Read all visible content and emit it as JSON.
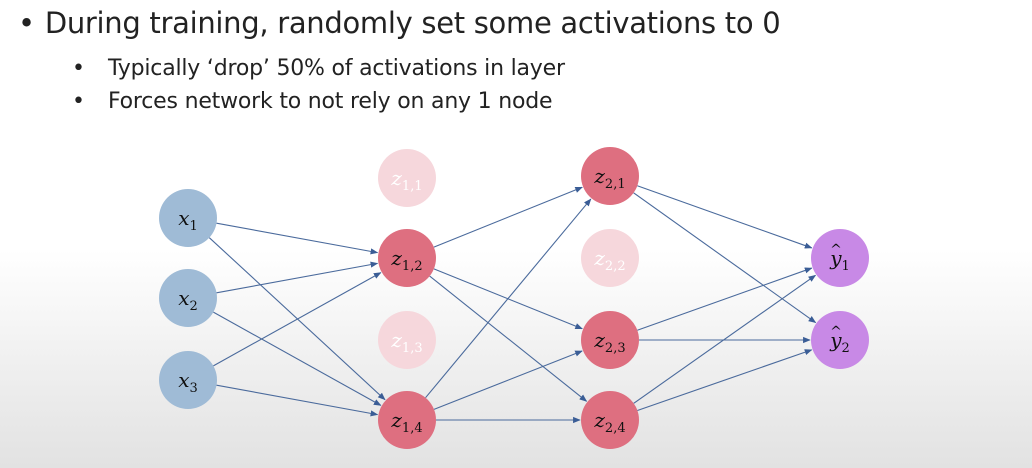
{
  "bullets": {
    "main": "During training, randomly set some activations to 0",
    "subs": [
      "Typically ‘drop’ 50% of activations in layer",
      "Forces network to not rely on any 1 node"
    ]
  },
  "diagram": {
    "colors": {
      "input": "#9fbbd6",
      "hidden": "#de6f80",
      "dropped": "#f6d7dc",
      "output": "#c889e6",
      "edge": "#4a6a9c"
    },
    "nodes": {
      "x1": {
        "var": "x",
        "sub": "1",
        "hat": false,
        "dropped": false
      },
      "x2": {
        "var": "x",
        "sub": "2",
        "hat": false,
        "dropped": false
      },
      "x3": {
        "var": "x",
        "sub": "3",
        "hat": false,
        "dropped": false
      },
      "z11": {
        "var": "z",
        "sub": "1,1",
        "hat": false,
        "dropped": true
      },
      "z12": {
        "var": "z",
        "sub": "1,2",
        "hat": false,
        "dropped": false
      },
      "z13": {
        "var": "z",
        "sub": "1,3",
        "hat": false,
        "dropped": true
      },
      "z14": {
        "var": "z",
        "sub": "1,4",
        "hat": false,
        "dropped": false
      },
      "z21": {
        "var": "z",
        "sub": "2,1",
        "hat": false,
        "dropped": false
      },
      "z22": {
        "var": "z",
        "sub": "2,2",
        "hat": false,
        "dropped": true
      },
      "z23": {
        "var": "z",
        "sub": "2,3",
        "hat": false,
        "dropped": false
      },
      "z24": {
        "var": "z",
        "sub": "2,4",
        "hat": false,
        "dropped": false
      },
      "y1": {
        "var": "y",
        "sub": "1",
        "hat": true,
        "dropped": false
      },
      "y2": {
        "var": "y",
        "sub": "2",
        "hat": true,
        "dropped": false
      }
    },
    "edges": [
      [
        "x1",
        "z12"
      ],
      [
        "x1",
        "z14"
      ],
      [
        "x2",
        "z12"
      ],
      [
        "x2",
        "z14"
      ],
      [
        "x3",
        "z12"
      ],
      [
        "x3",
        "z14"
      ],
      [
        "z12",
        "z21"
      ],
      [
        "z12",
        "z23"
      ],
      [
        "z12",
        "z24"
      ],
      [
        "z14",
        "z21"
      ],
      [
        "z14",
        "z23"
      ],
      [
        "z14",
        "z24"
      ],
      [
        "z21",
        "y1"
      ],
      [
        "z21",
        "y2"
      ],
      [
        "z23",
        "y1"
      ],
      [
        "z23",
        "y2"
      ],
      [
        "z24",
        "y1"
      ],
      [
        "z24",
        "y2"
      ]
    ]
  }
}
